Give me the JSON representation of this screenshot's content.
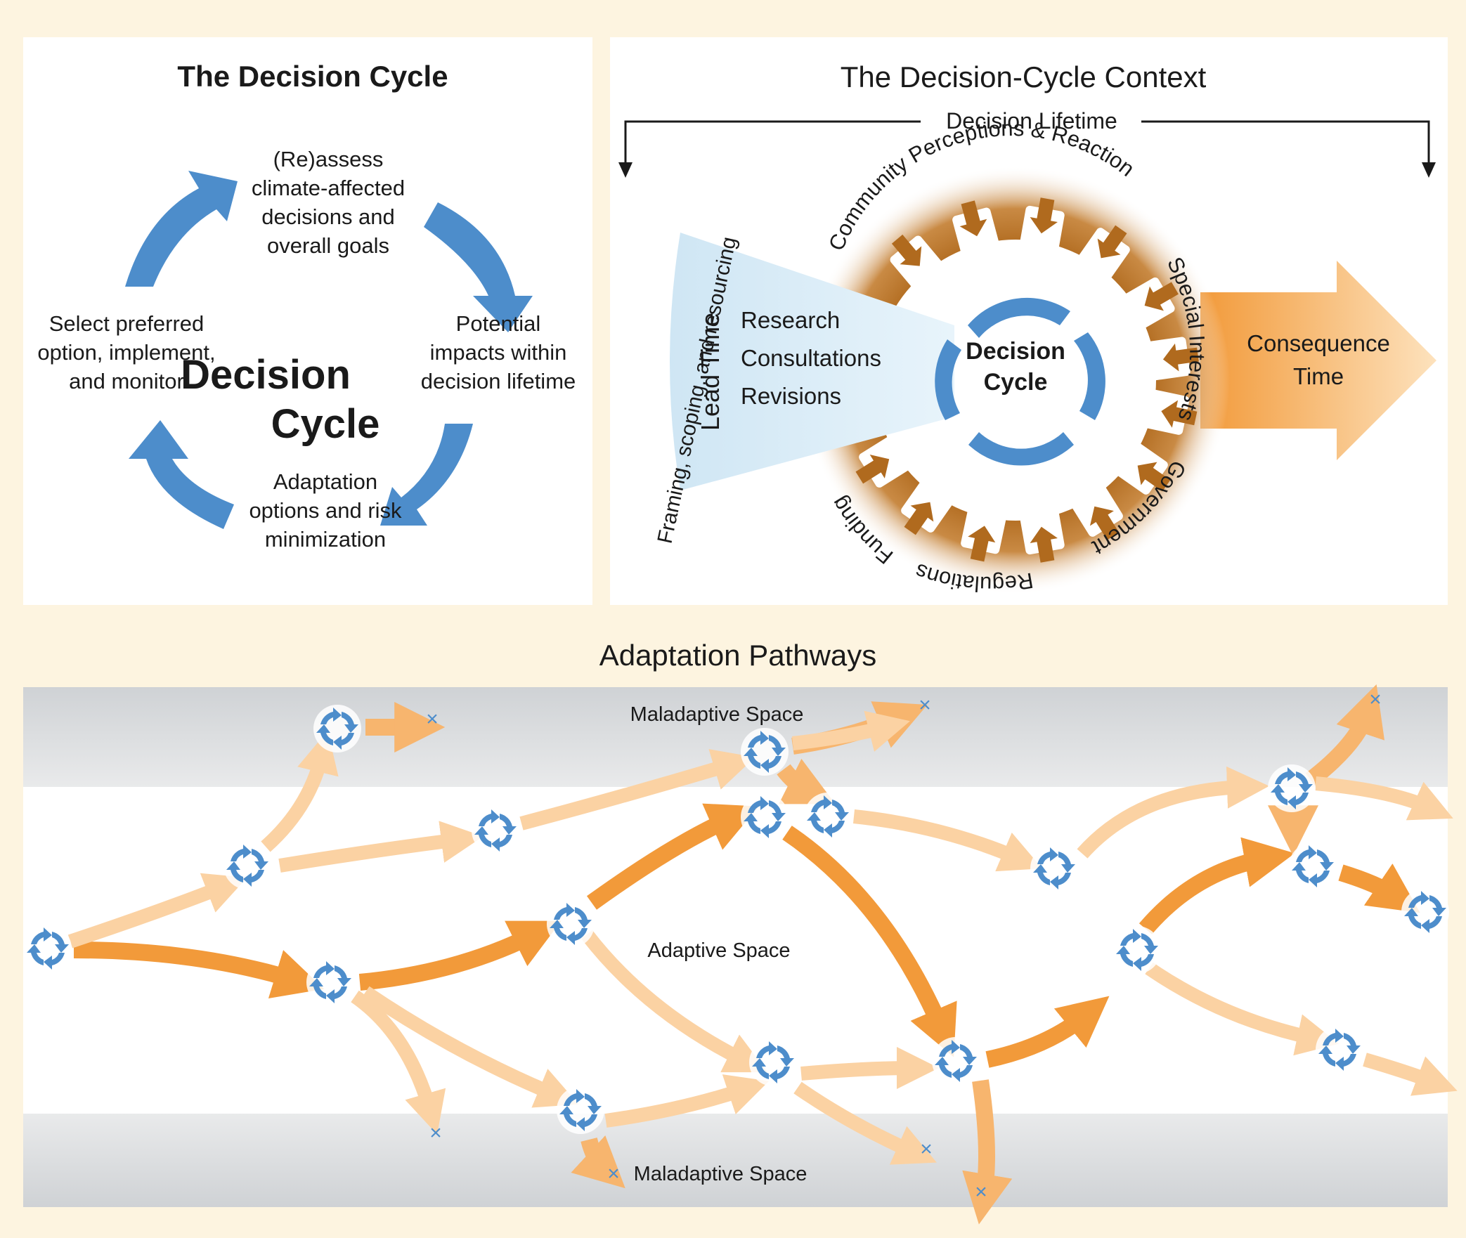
{
  "decision_cycle_panel": {
    "title": "The Decision Cycle",
    "center_line1": "Decision",
    "center_line2": "Cycle",
    "steps": {
      "top": [
        "(Re)assess",
        "climate-affected",
        "decisions and",
        "overall goals"
      ],
      "right": [
        "Potential",
        "impacts within",
        "decision lifetime"
      ],
      "bottom": [
        "Adaptation",
        "options and risk",
        "minimization"
      ],
      "left": [
        "Select preferred",
        "option, implement,",
        "and monitor"
      ]
    }
  },
  "context_panel": {
    "title": "The Decision-Cycle Context",
    "decision_lifetime": "Decision Lifetime",
    "framing": "Framing, scoping, and resourcing",
    "lead_time": "Lead Time",
    "lead_items": [
      "Research",
      "Consultations",
      "Revisions"
    ],
    "center_line1": "Decision",
    "center_line2": "Cycle",
    "ring_labels": {
      "community": "Community Perceptions & Reaction",
      "special": "Special Interests",
      "government": "Government",
      "regulations": "Regulations",
      "funding": "Funding"
    },
    "consequence_line1": "Consequence",
    "consequence_line2": "Time",
    "colors": {
      "blue": "#4d8dcb",
      "light_blue": "#d6ebf6",
      "orange": "#f29a3a",
      "brown": "#b06a1e"
    }
  },
  "pathways_panel": {
    "title": "Adaptation Pathways",
    "maladaptive_top": "Maladaptive Space",
    "adaptive": "Adaptive Space",
    "maladaptive_bottom": "Maladaptive Space",
    "end_marker": "×"
  }
}
